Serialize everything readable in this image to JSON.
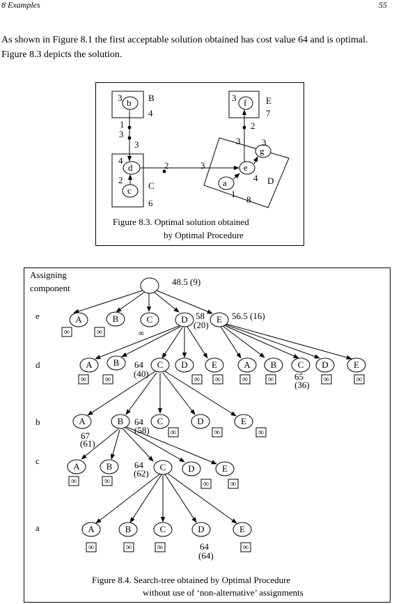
{
  "header": {
    "section": "8   Examples",
    "page": "55"
  },
  "body_text": "As shown in Figure 8.1 the first acceptable solution obtained has cost value 64 and is optimal. Figure 8.3 depicts the solution.",
  "fig83": {
    "caption_line1": "Figure 8.3. Optimal solution  obtained",
    "caption_line2": "by Optimal Procedure",
    "nodes": {
      "b": "b",
      "f": "f",
      "d": "d",
      "c": "c",
      "e": "e",
      "g": "g",
      "a": "a"
    },
    "labels": {
      "B": "B",
      "B_size": "4",
      "b_weight": "3",
      "E": "E",
      "E_size": "7",
      "f_weight": "3",
      "C": "C",
      "C_size": "6",
      "d_weight": "4",
      "c_weight": "2",
      "D": "D",
      "D_size": "8",
      "e_weight": "4",
      "g_weight": "3",
      "a_weight": "1",
      "bd_1": "1",
      "bd_2": "3",
      "bd_3": "3",
      "de_1": "2",
      "de_2": "3",
      "ef_1": "2",
      "ef_2": "3"
    }
  },
  "fig84": {
    "caption_line1": "Figure 8.4. Search-tree obtained by Optimal Procedure",
    "caption_line2": "without use of ‘non-alternative’ assignments",
    "heading_line1": "Assigning",
    "heading_line2": "component",
    "root_cost": "48.5 (9)",
    "infinity": "∞",
    "levels": [
      "e",
      "d",
      "b",
      "c",
      "a"
    ],
    "row_e": [
      "A",
      "B",
      "C",
      "D",
      "E"
    ],
    "row_d_left": [
      "A",
      "B",
      "C",
      "D",
      "E"
    ],
    "row_d_right": [
      "A",
      "B",
      "C",
      "D",
      "E"
    ],
    "row_b": [
      "A",
      "B",
      "C",
      "D",
      "E"
    ],
    "row_c": [
      "A",
      "B",
      "C",
      "D",
      "E"
    ],
    "row_a": [
      "A",
      "B",
      "C",
      "D",
      "E"
    ],
    "costs": {
      "eD_1": "58",
      "eD_2": "(20)",
      "eE": "56.5 (16)",
      "dC_1": "64",
      "dC_2": "(40)",
      "dC2_1": "65",
      "dC2_2": "(36)",
      "bC_1": "64",
      "bC_2": "(58)",
      "bA_1": "67",
      "bA_2": "(61)",
      "cC_1": "64",
      "cC_2": "(62)",
      "aD_1": "64",
      "aD_2": "(64)"
    }
  }
}
